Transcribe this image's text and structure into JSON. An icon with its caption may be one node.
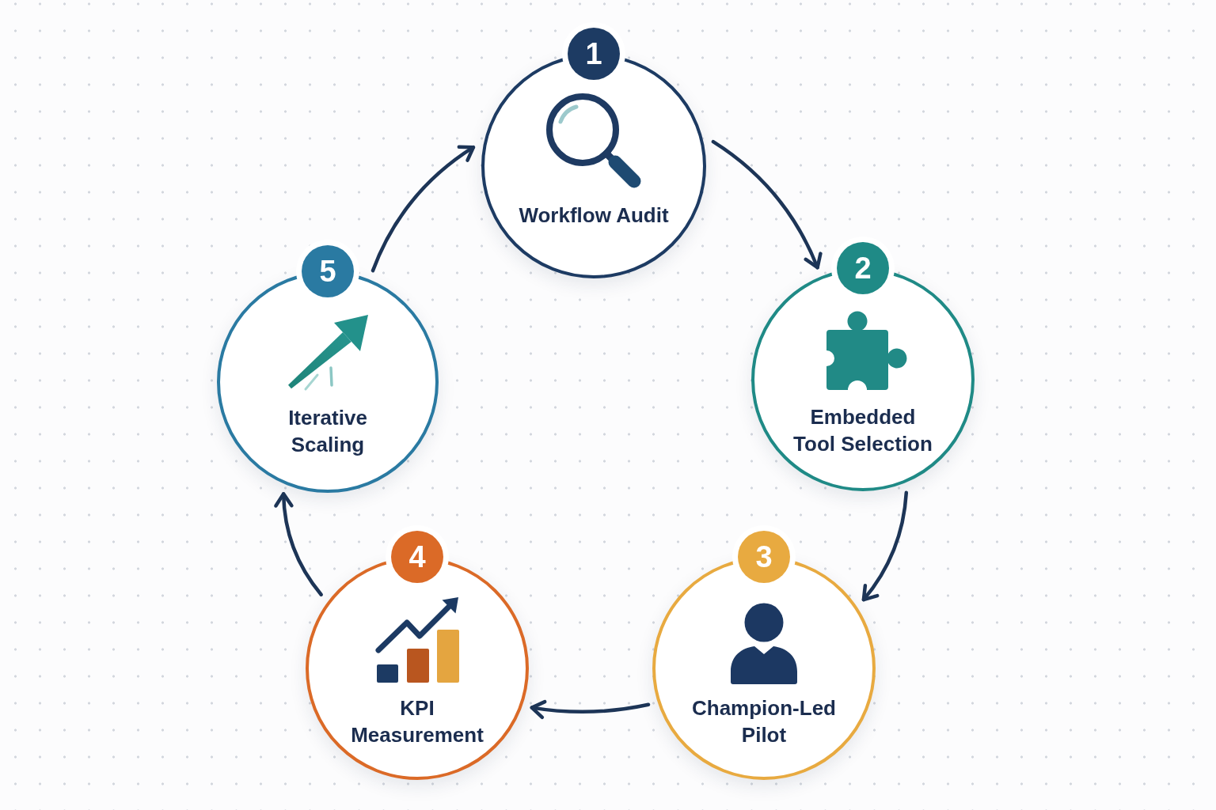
{
  "diagram": {
    "nodes": [
      {
        "text": [
          "1",
          "Workflow Audit"
        ]
      },
      {
        "text": [
          "2",
          "Embedded Tool Selection"
        ]
      },
      {
        "text": [
          "3",
          "Champion-Led Pilot"
        ]
      },
      {
        "text": [
          "4",
          "KPI Measurement"
        ]
      },
      {
        "text": [
          "5",
          "Iterative Scaling"
        ]
      }
    ],
    "edges": [
      {
        "from": 0,
        "to": 1,
        "arrow": "to"
      },
      {
        "from": 1,
        "to": 2,
        "arrow": "to"
      },
      {
        "from": 2,
        "to": 3,
        "arrow": "to"
      },
      {
        "from": 3,
        "to": 4,
        "arrow": "to"
      },
      {
        "from": 4,
        "to": 0,
        "arrow": "to"
      }
    ]
  }
}
